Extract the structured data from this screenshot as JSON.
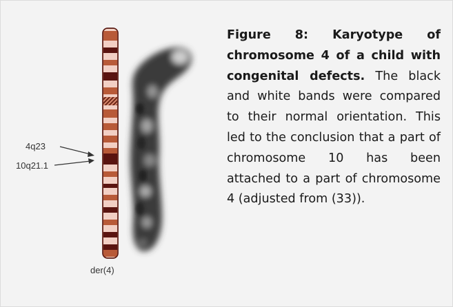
{
  "figure": {
    "labels": {
      "band_a": "4q23",
      "band_b": "10q21.1",
      "chromosome": "der(4)"
    },
    "caption": {
      "bold": "Figure 8: Karyotype of chromosome 4 of a child with congenital defects.",
      "text": "The black and white bands were compared to their normal orientation. This led to the conclusion that a part of chromosome 10 has been attached to a part of chromosome 4 (adjusted from (33))."
    }
  },
  "colors": {
    "background": "#f3f3f3",
    "band_dark": "#5a1410",
    "band_mid": "#b85a38",
    "band_light": "#f2cfc4"
  }
}
